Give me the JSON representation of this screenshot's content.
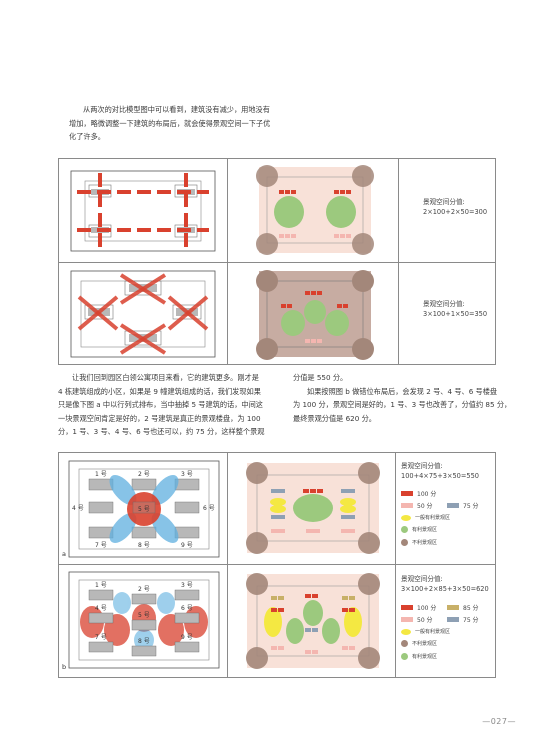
{
  "intro": {
    "lines": [
      "从两次的对比模型图中可以看到，建筑没有减少，用地没有",
      "增加，略微调整一下建筑的布局后，就会使得景观空间一下子优",
      "化了许多。"
    ]
  },
  "table1": {
    "row1": {
      "title": "景观空间分值:",
      "formula": "2×100+2×50=300"
    },
    "row2": {
      "title": "景观空间分值:",
      "formula": "3×100+1×50=350"
    }
  },
  "body": {
    "left_lines": [
      "让我们回到园区白领公寓项目来看，它的建筑更多。刚才是",
      "4 栋建筑组成的小区，如果是 9 幢建筑组成的话，我们发现如果",
      "只是像下图 a 中以行列式排布，当中抽掉 5 号建筑的话，中间这",
      "一块景观空间肯定是好的，2 号建筑是真正的景观楼盘，为 100",
      "分，1 号、3 号、4 号、6 号也还可以，约 75 分，这样整个景观"
    ],
    "right_lines": [
      "分值是 550 分。",
      "如果按照图 b 做错位布局后，会发现 2 号、4 号、6 号楼盘",
      "为 100 分，景观空间是好的，1 号、3 号也改善了，分值约 85 分，",
      "最终景观分值是 620 分。"
    ]
  },
  "table2": {
    "a": {
      "tag": "a",
      "labels": [
        "1 号",
        "2 号",
        "3 号",
        "4 号",
        "5 号",
        "6 号",
        "7 号",
        "8 号",
        "9 号"
      ],
      "title": "景观空间分值:",
      "formula": "100+4×75+3×50=550",
      "legend": [
        "100 分",
        "50 分",
        "75 分",
        "一般有利景观区",
        "有利景观区",
        "不利景观区"
      ]
    },
    "b": {
      "tag": "b",
      "labels": [
        "1 号",
        "2 号",
        "3 号",
        "4 号",
        "5 号",
        "6 号",
        "7 号",
        "8 号",
        "9 号"
      ],
      "title": "景观空间分值:",
      "formula": "3×100+2×85+3×50=620",
      "legend": [
        "100 分",
        "85 分",
        "50 分",
        "75 分",
        "一般有利景观区",
        "不利景观区",
        "有利景观区"
      ]
    }
  },
  "page_number": "—027—",
  "colors": {
    "red": "#d9412e",
    "pink_bg": "#f8e1d8",
    "green": "#9cc97e",
    "brown": "#a3877a",
    "blue": "#5fb0e0",
    "yellow": "#f4e842",
    "gray_building": "#b8b8b8",
    "olive": "#c8b068",
    "steel": "#8ea0b4"
  }
}
